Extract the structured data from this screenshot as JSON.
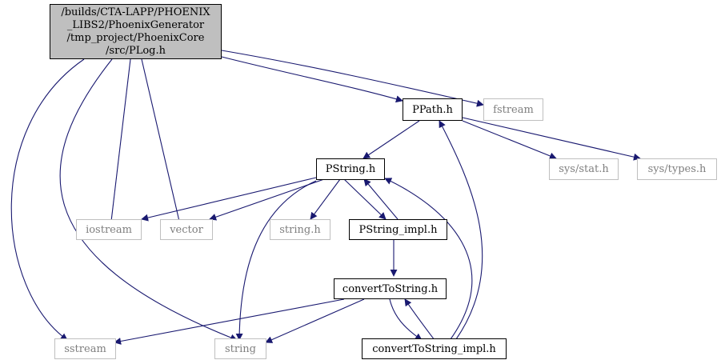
{
  "diagram": {
    "colors": {
      "edge": "#191970",
      "root_fill": "#bfbfbf",
      "external_border": "#bfbfbf",
      "external_text": "#7f7f7f"
    },
    "root": {
      "lines": [
        "/builds/CTA-LAPP/PHOENIX",
        "_LIBS2/PhoenixGenerator",
        "/tmp_project/PhoenixCore",
        "/src/PLog.h"
      ]
    },
    "nodes": {
      "ppath": "PPath.h",
      "fstream": "fstream",
      "pstring": "PString.h",
      "sys_stat": "sys/stat.h",
      "sys_types": "sys/types.h",
      "iostream": "iostream",
      "vector": "vector",
      "string_h": "string.h",
      "pstring_impl": "PString_impl.h",
      "convert_to_string": "convertToString.h",
      "sstream": "sstream",
      "string": "string",
      "convert_to_string_impl": "convertToString_impl.h"
    }
  }
}
